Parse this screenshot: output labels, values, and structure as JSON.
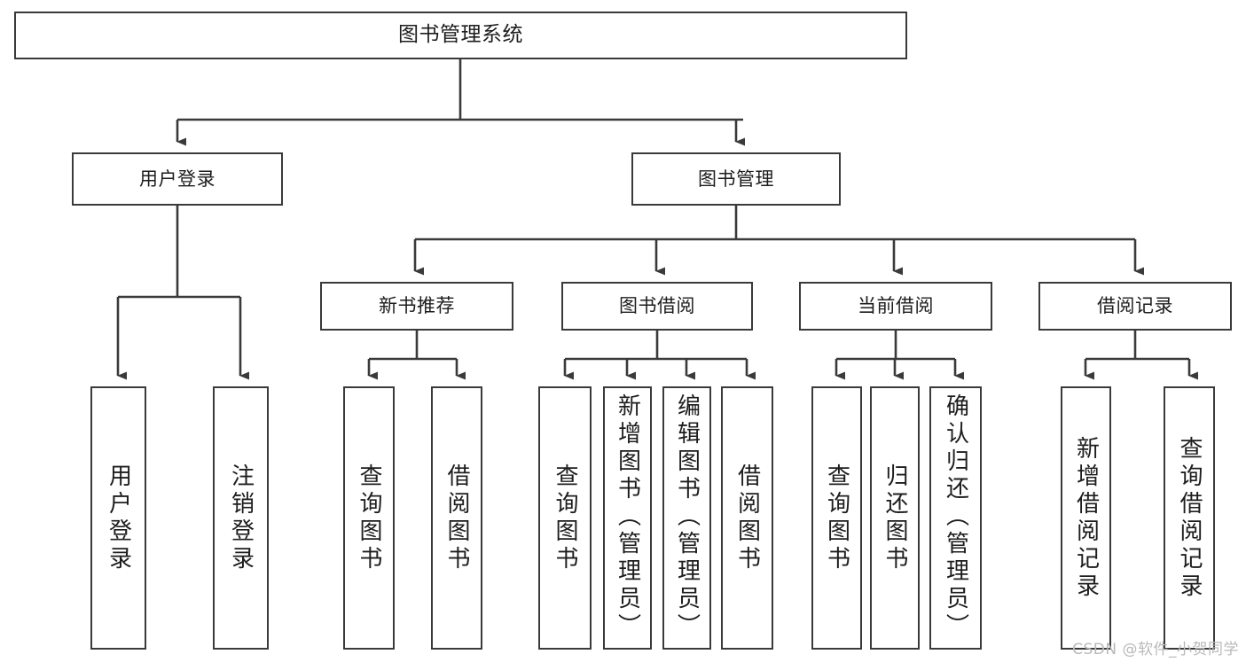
{
  "diagram": {
    "type": "tree",
    "title": "图书管理系统",
    "root": {
      "label": "图书管理系统"
    },
    "level1": [
      {
        "label": "用户登录"
      },
      {
        "label": "图书管理"
      }
    ],
    "level2": [
      {
        "label": "新书推荐"
      },
      {
        "label": "图书借阅"
      },
      {
        "label": "当前借阅"
      },
      {
        "label": "借阅记录"
      }
    ],
    "leaves": {
      "user_login": [
        {
          "label": "用户登录"
        },
        {
          "label": "注销登录"
        }
      ],
      "new_book_recommend": [
        {
          "label": "查询图书"
        },
        {
          "label": "借阅图书"
        }
      ],
      "book_borrow": [
        {
          "label": "查询图书"
        },
        {
          "label": "新增图书（管理员）"
        },
        {
          "label": "编辑图书（管理员）"
        },
        {
          "label": "借阅图书"
        }
      ],
      "current_borrow": [
        {
          "label": "查询图书"
        },
        {
          "label": "归还图书"
        },
        {
          "label": "确认归还（管理员）"
        }
      ],
      "borrow_record": [
        {
          "label": "新增借阅记录"
        },
        {
          "label": "查询借阅记录"
        }
      ]
    }
  },
  "colors": {
    "box_border": "#3a3a3a",
    "box_fill": "#ffffff",
    "edge": "#3a3a3a",
    "text": "#1d1d1d",
    "watermark": "#b9b9b9"
  },
  "watermark": {
    "text": "CSDN @软件_小贺同学"
  }
}
